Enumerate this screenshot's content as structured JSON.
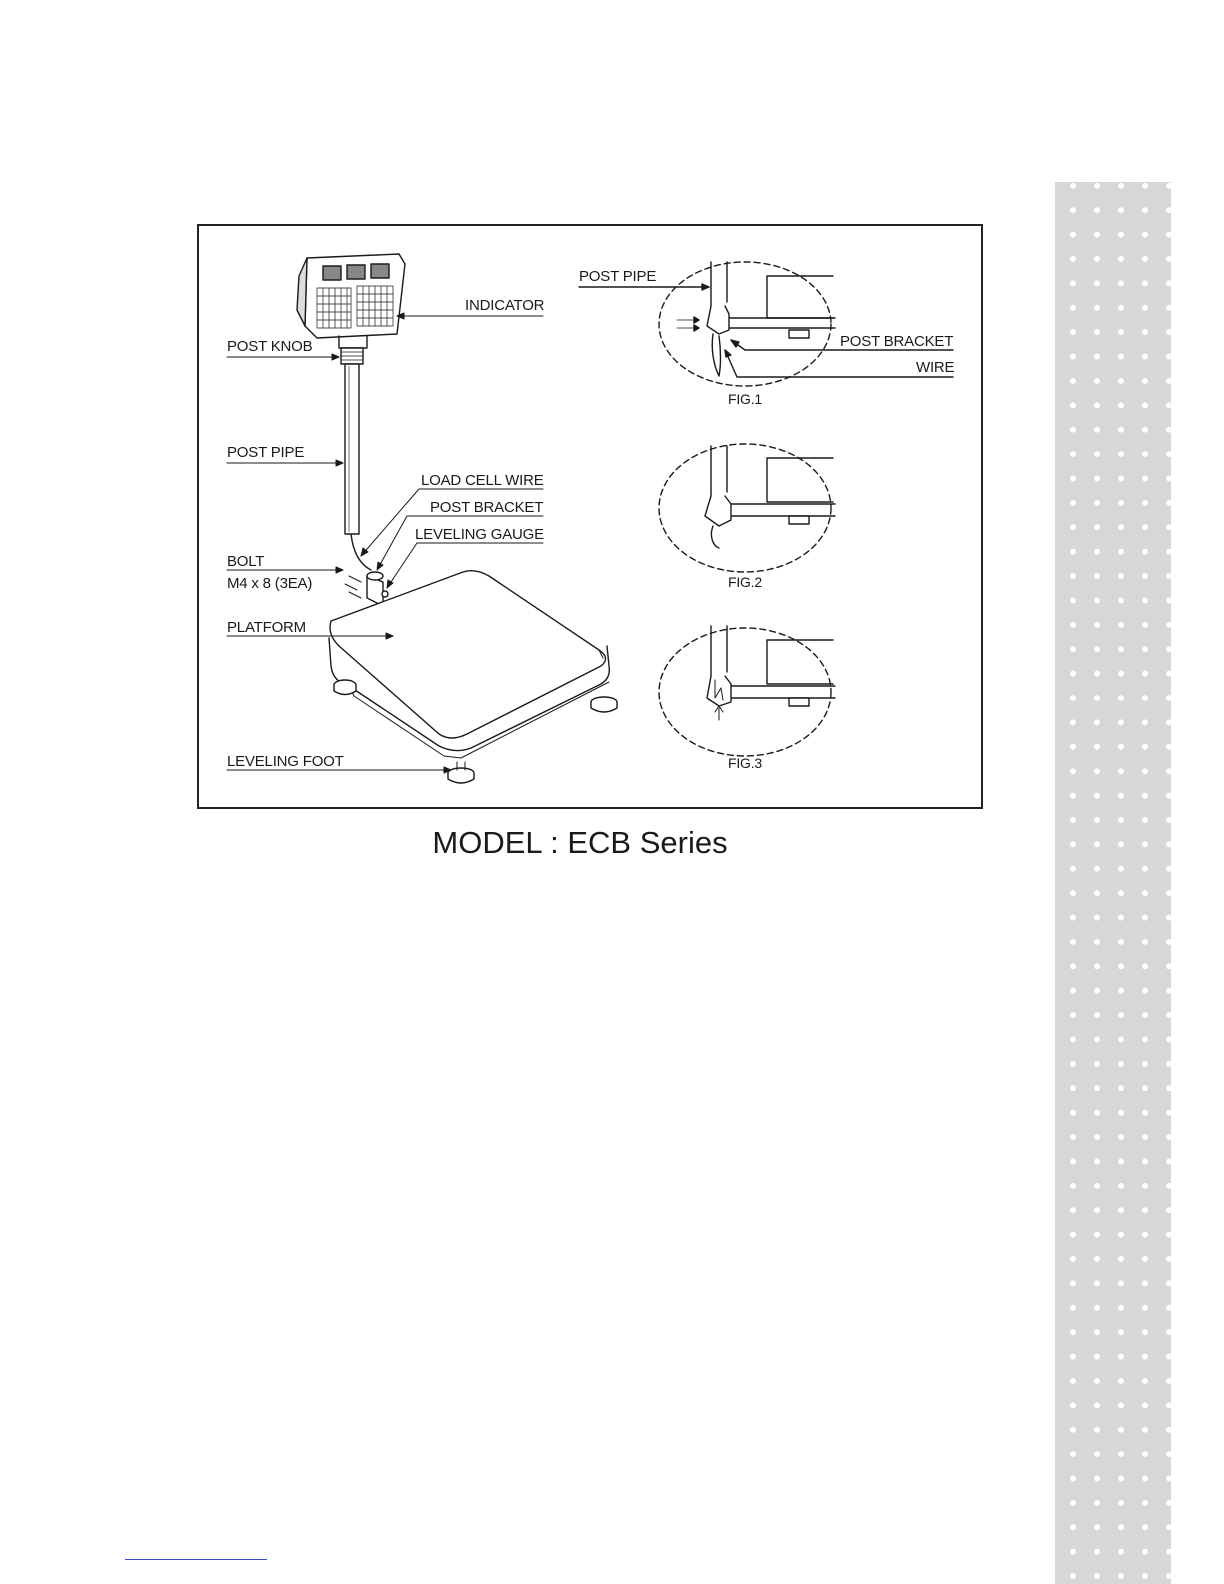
{
  "figure": {
    "labels": {
      "indicator": "INDICATOR",
      "post_knob": "POST KNOB",
      "post_pipe": "POST PIPE",
      "load_cell_wire": "LOAD CELL WIRE",
      "post_bracket": "POST BRACKET",
      "leveling_gauge": "LEVELING GAUGE",
      "bolt": "BOLT",
      "bolt_spec": "M4 x 8 (3EA)",
      "platform": "PLATFORM",
      "leveling_foot": "LEVELING FOOT"
    },
    "details": {
      "fig1_post_pipe": "POST PIPE",
      "fig1_post_bracket": "POST BRACKET",
      "fig1_wire": "WIRE",
      "fig1_caption": "FIG.1",
      "fig2_caption": "FIG.2",
      "fig3_caption": "FIG.3"
    }
  },
  "caption": "MODEL : ECB Series",
  "colors": {
    "strip": "#d6d7d9",
    "ink": "#1a1a1a",
    "footer_rule": "#3a4cc9"
  }
}
